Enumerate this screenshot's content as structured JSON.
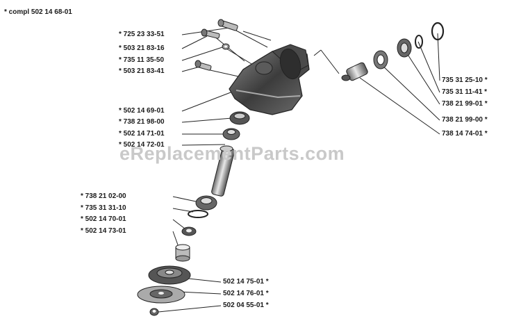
{
  "header": {
    "title": "*  compl 502 14 68-01"
  },
  "watermark": "eReplacementParts.com",
  "labels_left": [
    {
      "id": "p1",
      "text": "*  725 23 33-51"
    },
    {
      "id": "p2",
      "text": "*  503 21 83-16"
    },
    {
      "id": "p3",
      "text": "*  735 11 35-50"
    },
    {
      "id": "p4",
      "text": "*  503 21 83-41"
    },
    {
      "id": "p5",
      "text": "*  502 14 69-01"
    },
    {
      "id": "p6",
      "text": "*  738 21 98-00"
    },
    {
      "id": "p7",
      "text": "*  502 14 71-01"
    },
    {
      "id": "p8",
      "text": "*  502 14 72-01"
    },
    {
      "id": "p9",
      "text": "*  738 21 02-00"
    },
    {
      "id": "p10",
      "text": "*  735 31 31-10"
    },
    {
      "id": "p11",
      "text": "*  502 14 70-01"
    },
    {
      "id": "p12",
      "text": "*  502 14 73-01"
    }
  ],
  "labels_right": [
    {
      "id": "p13",
      "text": "735 31 25-10  *"
    },
    {
      "id": "p14",
      "text": "735 31 11-41  *"
    },
    {
      "id": "p15",
      "text": "738 21 99-01  *"
    },
    {
      "id": "p16",
      "text": "738 21 99-00  *"
    },
    {
      "id": "p17",
      "text": "738 14 74-01  *"
    },
    {
      "id": "p18",
      "text": "502 14 75-01  *"
    },
    {
      "id": "p19",
      "text": "502 14 76-01  *"
    },
    {
      "id": "p20",
      "text": "502 04 55-01  *"
    }
  ]
}
